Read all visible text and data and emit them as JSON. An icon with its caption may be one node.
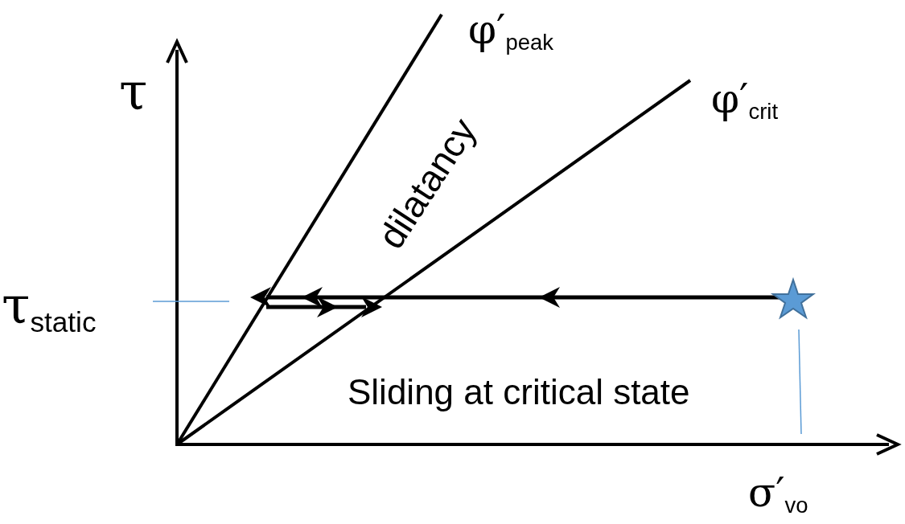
{
  "diagram": {
    "labels": [
      "τ",
      "φ′$_{peak}$",
      "φ′$_{crit}$",
      "dilatancy",
      "τ$_{static}$",
      "Sliding at critical state",
      "σ′$_{vo}$"
    ]
  }
}
